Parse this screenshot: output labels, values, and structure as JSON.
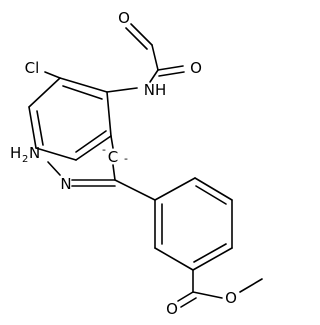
{
  "molecule": {
    "atoms": {
      "o_aldehyde": "O",
      "o_amide": "O",
      "nh": "NH",
      "cl": "Cl",
      "c_center": "C",
      "c_center_charge": "-",
      "methyl": "-",
      "hydrazone_h": "H",
      "hydrazone_sub": "2",
      "hydrazone_n": "N",
      "o_ester_carbonyl": "O",
      "o_ester": "O"
    }
  }
}
